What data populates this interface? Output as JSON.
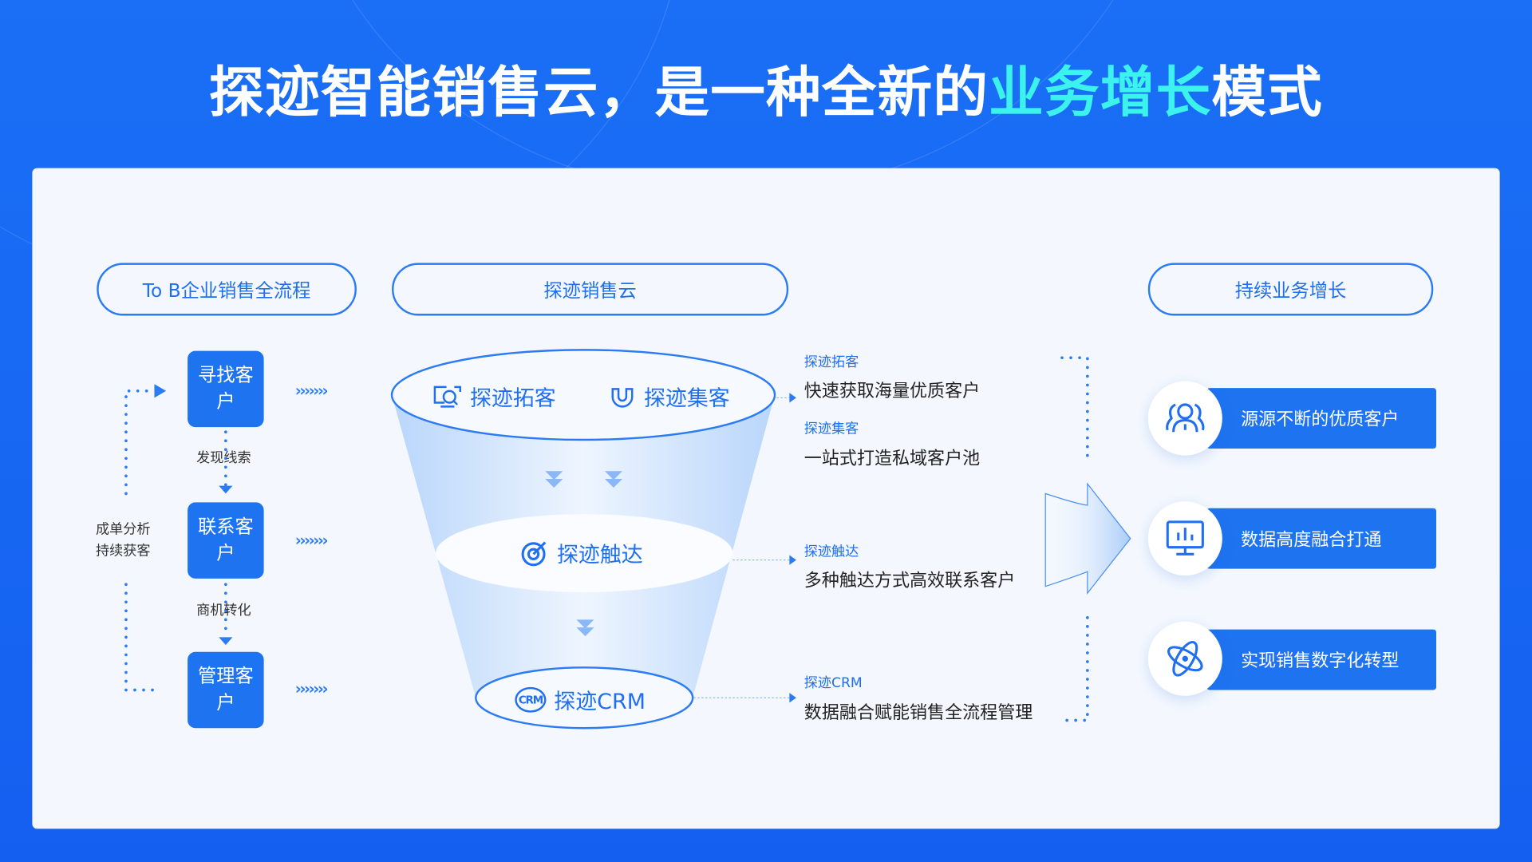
{
  "title": {
    "prefix": "探迹智能销售云，是一种全新的",
    "highlight": "业务增长",
    "suffix": "模式"
  },
  "colors": {
    "background": "#1a6ff6",
    "accent": "#3cf2ec",
    "primary": "#1e73f0",
    "card": "#f4f8fe"
  },
  "headers": {
    "process": "To B企业销售全流程",
    "cloud": "探迹销售云",
    "growth": "持续业务增长"
  },
  "process": {
    "steps": [
      "寻找客户",
      "联系客户",
      "管理客户"
    ],
    "transitions": [
      "发现线索",
      "商机转化"
    ],
    "loop_label": [
      "成单分析",
      "持续获客"
    ],
    "chevrons": "›››››››"
  },
  "funnel": {
    "top": [
      {
        "label": "探迹拓客",
        "icon": "search-screen-icon"
      },
      {
        "label": "探迹集客",
        "icon": "magnet-icon"
      }
    ],
    "middle": {
      "label": "探迹触达",
      "icon": "target-icon"
    },
    "bottom": {
      "label": "探迹CRM",
      "icon": "crm-icon",
      "icon_text": "CRM"
    }
  },
  "descriptions": [
    {
      "label": "探迹拓客",
      "text": "快速获取海量优质客户"
    },
    {
      "label": "探迹集客",
      "text": "一站式打造私域客户池"
    },
    {
      "label": "探迹触达",
      "text": "多种触达方式高效联系客户"
    },
    {
      "label": "探迹CRM",
      "text": "数据融合赋能销售全流程管理"
    }
  ],
  "outcomes": [
    {
      "label": "源源不断的优质客户",
      "icon": "people-icon"
    },
    {
      "label": "数据高度融合打通",
      "icon": "monitor-chart-icon"
    },
    {
      "label": "实现销售数字化转型",
      "icon": "atom-icon"
    }
  ]
}
